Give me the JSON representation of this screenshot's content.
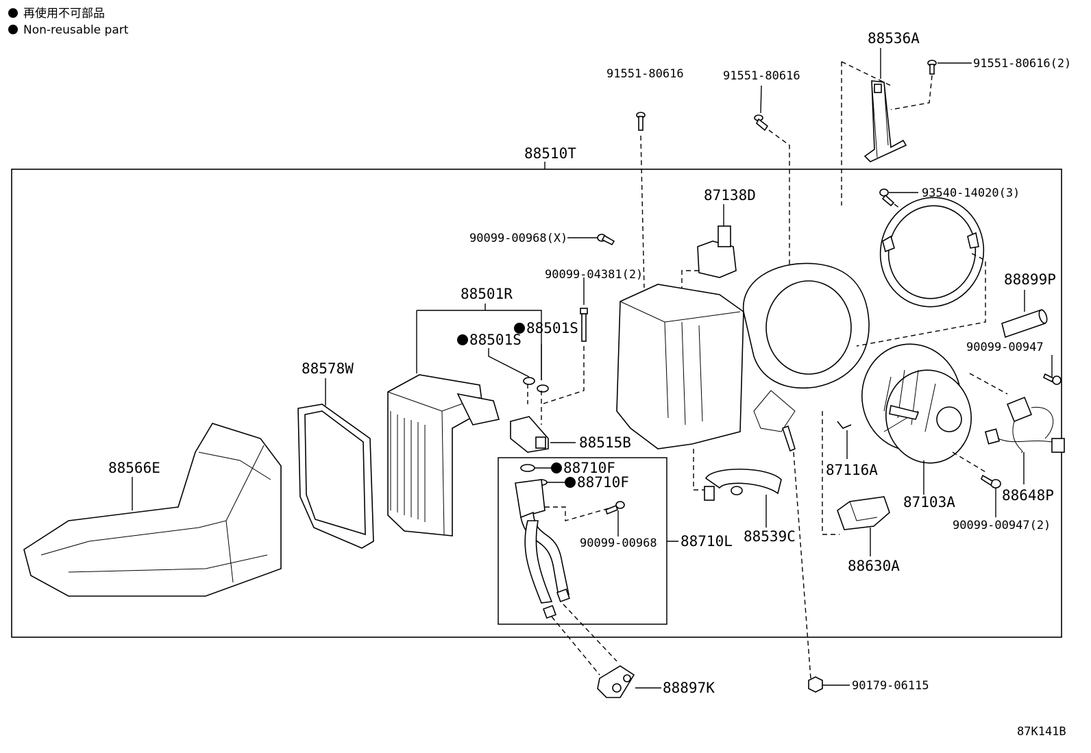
{
  "legend": {
    "line1": "再使用不可部品",
    "line2": "Non-reusable part"
  },
  "diagram_code": "87K141B",
  "labels": {
    "assembly": "88510T",
    "bracket": "88536A",
    "screw_top_left": "91551-80616",
    "screw_top_mid": "91551-80616",
    "screw_top_right": "91551-80616(2)",
    "screw_ring": "93540-14020(3)",
    "resistor": "87138D",
    "screw_x": "90099-00968(X)",
    "screw_04381": "90099-04381(2)",
    "evaporator": "88501R",
    "oring_s1": "88501S",
    "oring_s2": "88501S",
    "seal": "88578W",
    "cover": "88566E",
    "valve": "88515B",
    "oring_f1": "88710F",
    "oring_f2": "88710F",
    "screw_00968": "90099-00968",
    "tube": "88710L",
    "hose": "88539C",
    "clip": "87116A",
    "motor": "87103A",
    "filter": "88899P",
    "screw_00947": "90099-00947",
    "screw_00947_2": "90099-00947(2)",
    "harness": "88648P",
    "servo": "88630A",
    "grommet": "88897K",
    "nut": "90179-06115"
  },
  "icons": [
    "screw-icon",
    "bolt-icon",
    "non-reusable-dot-icon"
  ]
}
